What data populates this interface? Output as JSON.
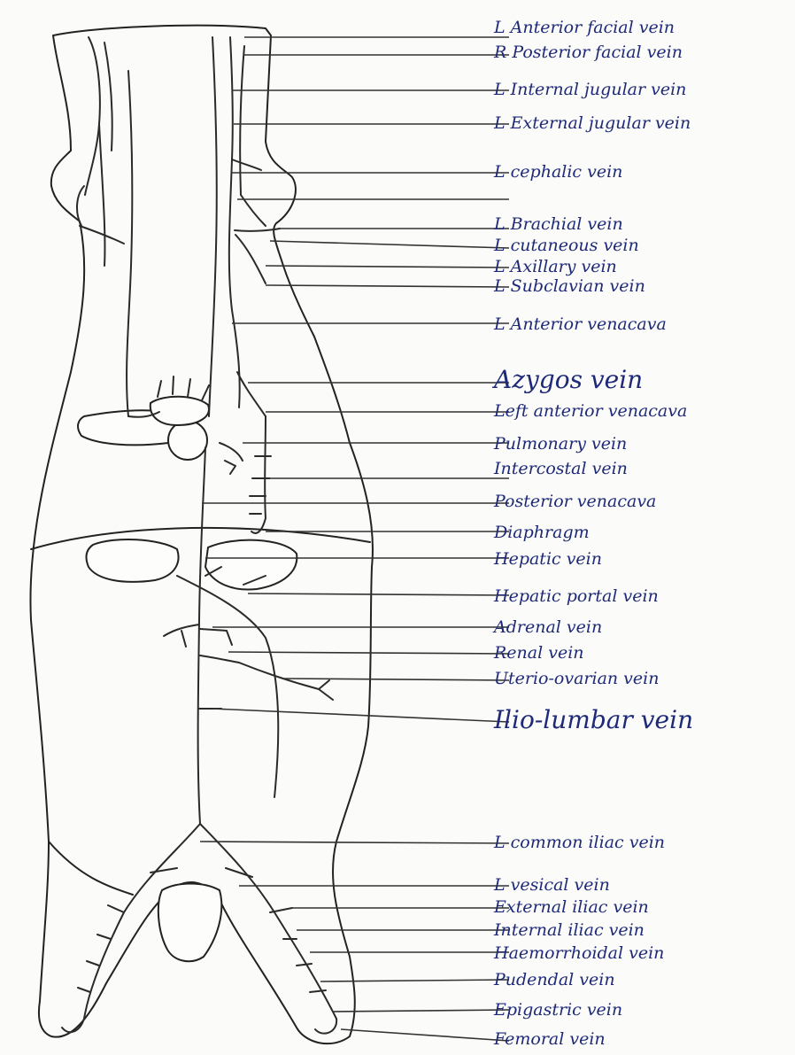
{
  "labels": {
    "anterior_facial": "L Anterior facial vein",
    "posterior_facial": "R Posterior facial vein",
    "internal_jugular": "L Internal jugular vein",
    "external_jugular": "L External jugular vein",
    "cephalic": "L cephalic vein",
    "brachial": "L Brachial vein",
    "cutaneous": "L cutaneous vein",
    "axillary": "L Axillary vein",
    "subclavian": "L Subclavian vein",
    "anterior_venacava": "L Anterior venacava",
    "azygos": "Azygos vein",
    "left_anterior_venacava": "Left anterior venacava",
    "pulmonary": "Pulmonary vein",
    "intercostal": "Intercostal vein",
    "posterior_venacava": "Posterior venacava",
    "diaphragm": "Diaphragm",
    "hepatic": "Hepatic vein",
    "hepatic_portal": "Hepatic portal vein",
    "adrenal": "Adrenal vein",
    "renal": "Renal vein",
    "uterio_ovarian": "Uterio-ovarian vein",
    "ilio_lumbar": "Ilio-lumbar vein",
    "common_iliac": "L common iliac vein",
    "vesical": "L vesical vein",
    "external_iliac": "External iliac vein",
    "internal_iliac": "Internal iliac vein",
    "haemorrhoidal": "Haemorrhoidal vein",
    "pudendal": "Pudendal vein",
    "epigastric": "Epigastric vein",
    "femoral": "Femoral vein"
  },
  "colors": {
    "ink": "#222222",
    "label_ink": "#1e2a78",
    "paper": "#fbfbf9"
  }
}
